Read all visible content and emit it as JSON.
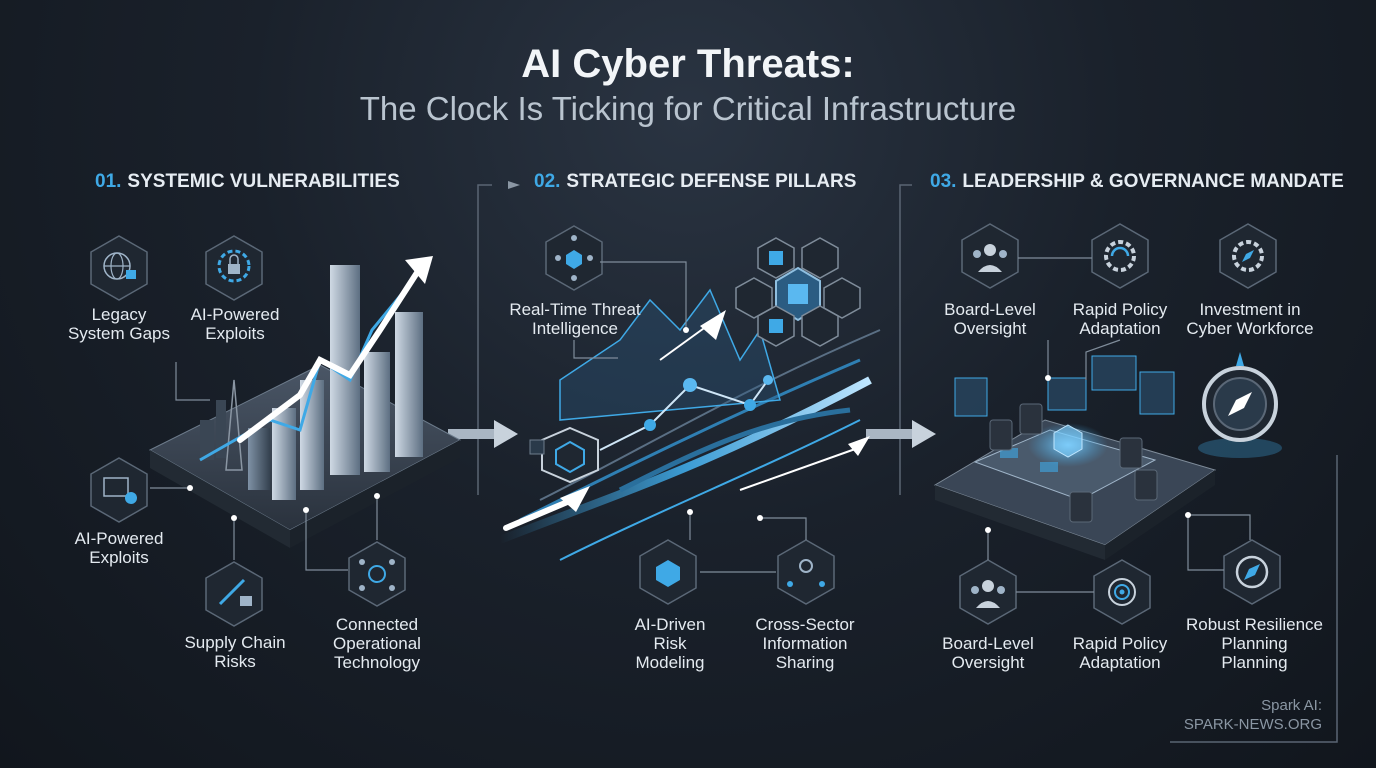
{
  "header": {
    "title": "AI Cyber Threats:",
    "subtitle": "The Clock Is Ticking for Critical Infrastructure"
  },
  "sections": [
    {
      "number": "01.",
      "title": "SYSTEMIC VULNERABILITIES",
      "labels": [
        "Legacy\nSystem Gaps",
        "AI-Powered\nExploits",
        "AI-Powered\nExploits",
        "Supply Chain\nRisks",
        "Connected\nOperational\nTechnology"
      ]
    },
    {
      "number": "02.",
      "title": "STRATEGIC DEFENSE PILLARS",
      "labels": [
        "Real-Time Threat\nIntelligence",
        "AI-Driven\nRisk\nModeling",
        "Cross-Sector\nInformation\nSharing"
      ]
    },
    {
      "number": "03.",
      "title": "LEADERSHIP & GOVERNANCE MANDATE",
      "labels": [
        "Board-Level\nOversight",
        "Rapid Policy\nAdaptation",
        "Investment in\nCyber Workforce",
        "Board-Level\nOversight",
        "Rapid Policy\nAdaptation",
        "Robust Resilience\nPlanning\nPlanning"
      ]
    }
  ],
  "credit": {
    "line1": "Spark AI:",
    "line2": "SPARK-NEWS.ORG"
  },
  "icons": {
    "section1": [
      "globe-lock-icon",
      "gear-lock-icon",
      "dashboard-lock-icon",
      "supply-chain-icon",
      "network-hub-icon"
    ],
    "section2": [
      "network-hex-icon",
      "hexagon-cube-icon",
      "share-nodes-icon"
    ],
    "section3": [
      "people-group-icon",
      "gear-refresh-icon",
      "gear-compass-icon",
      "people-group-icon",
      "target-gear-icon",
      "compass-icon"
    ]
  },
  "colors": {
    "accent": "#3fa9e6",
    "background": "#1a212b",
    "text": "#e4eaf0"
  }
}
